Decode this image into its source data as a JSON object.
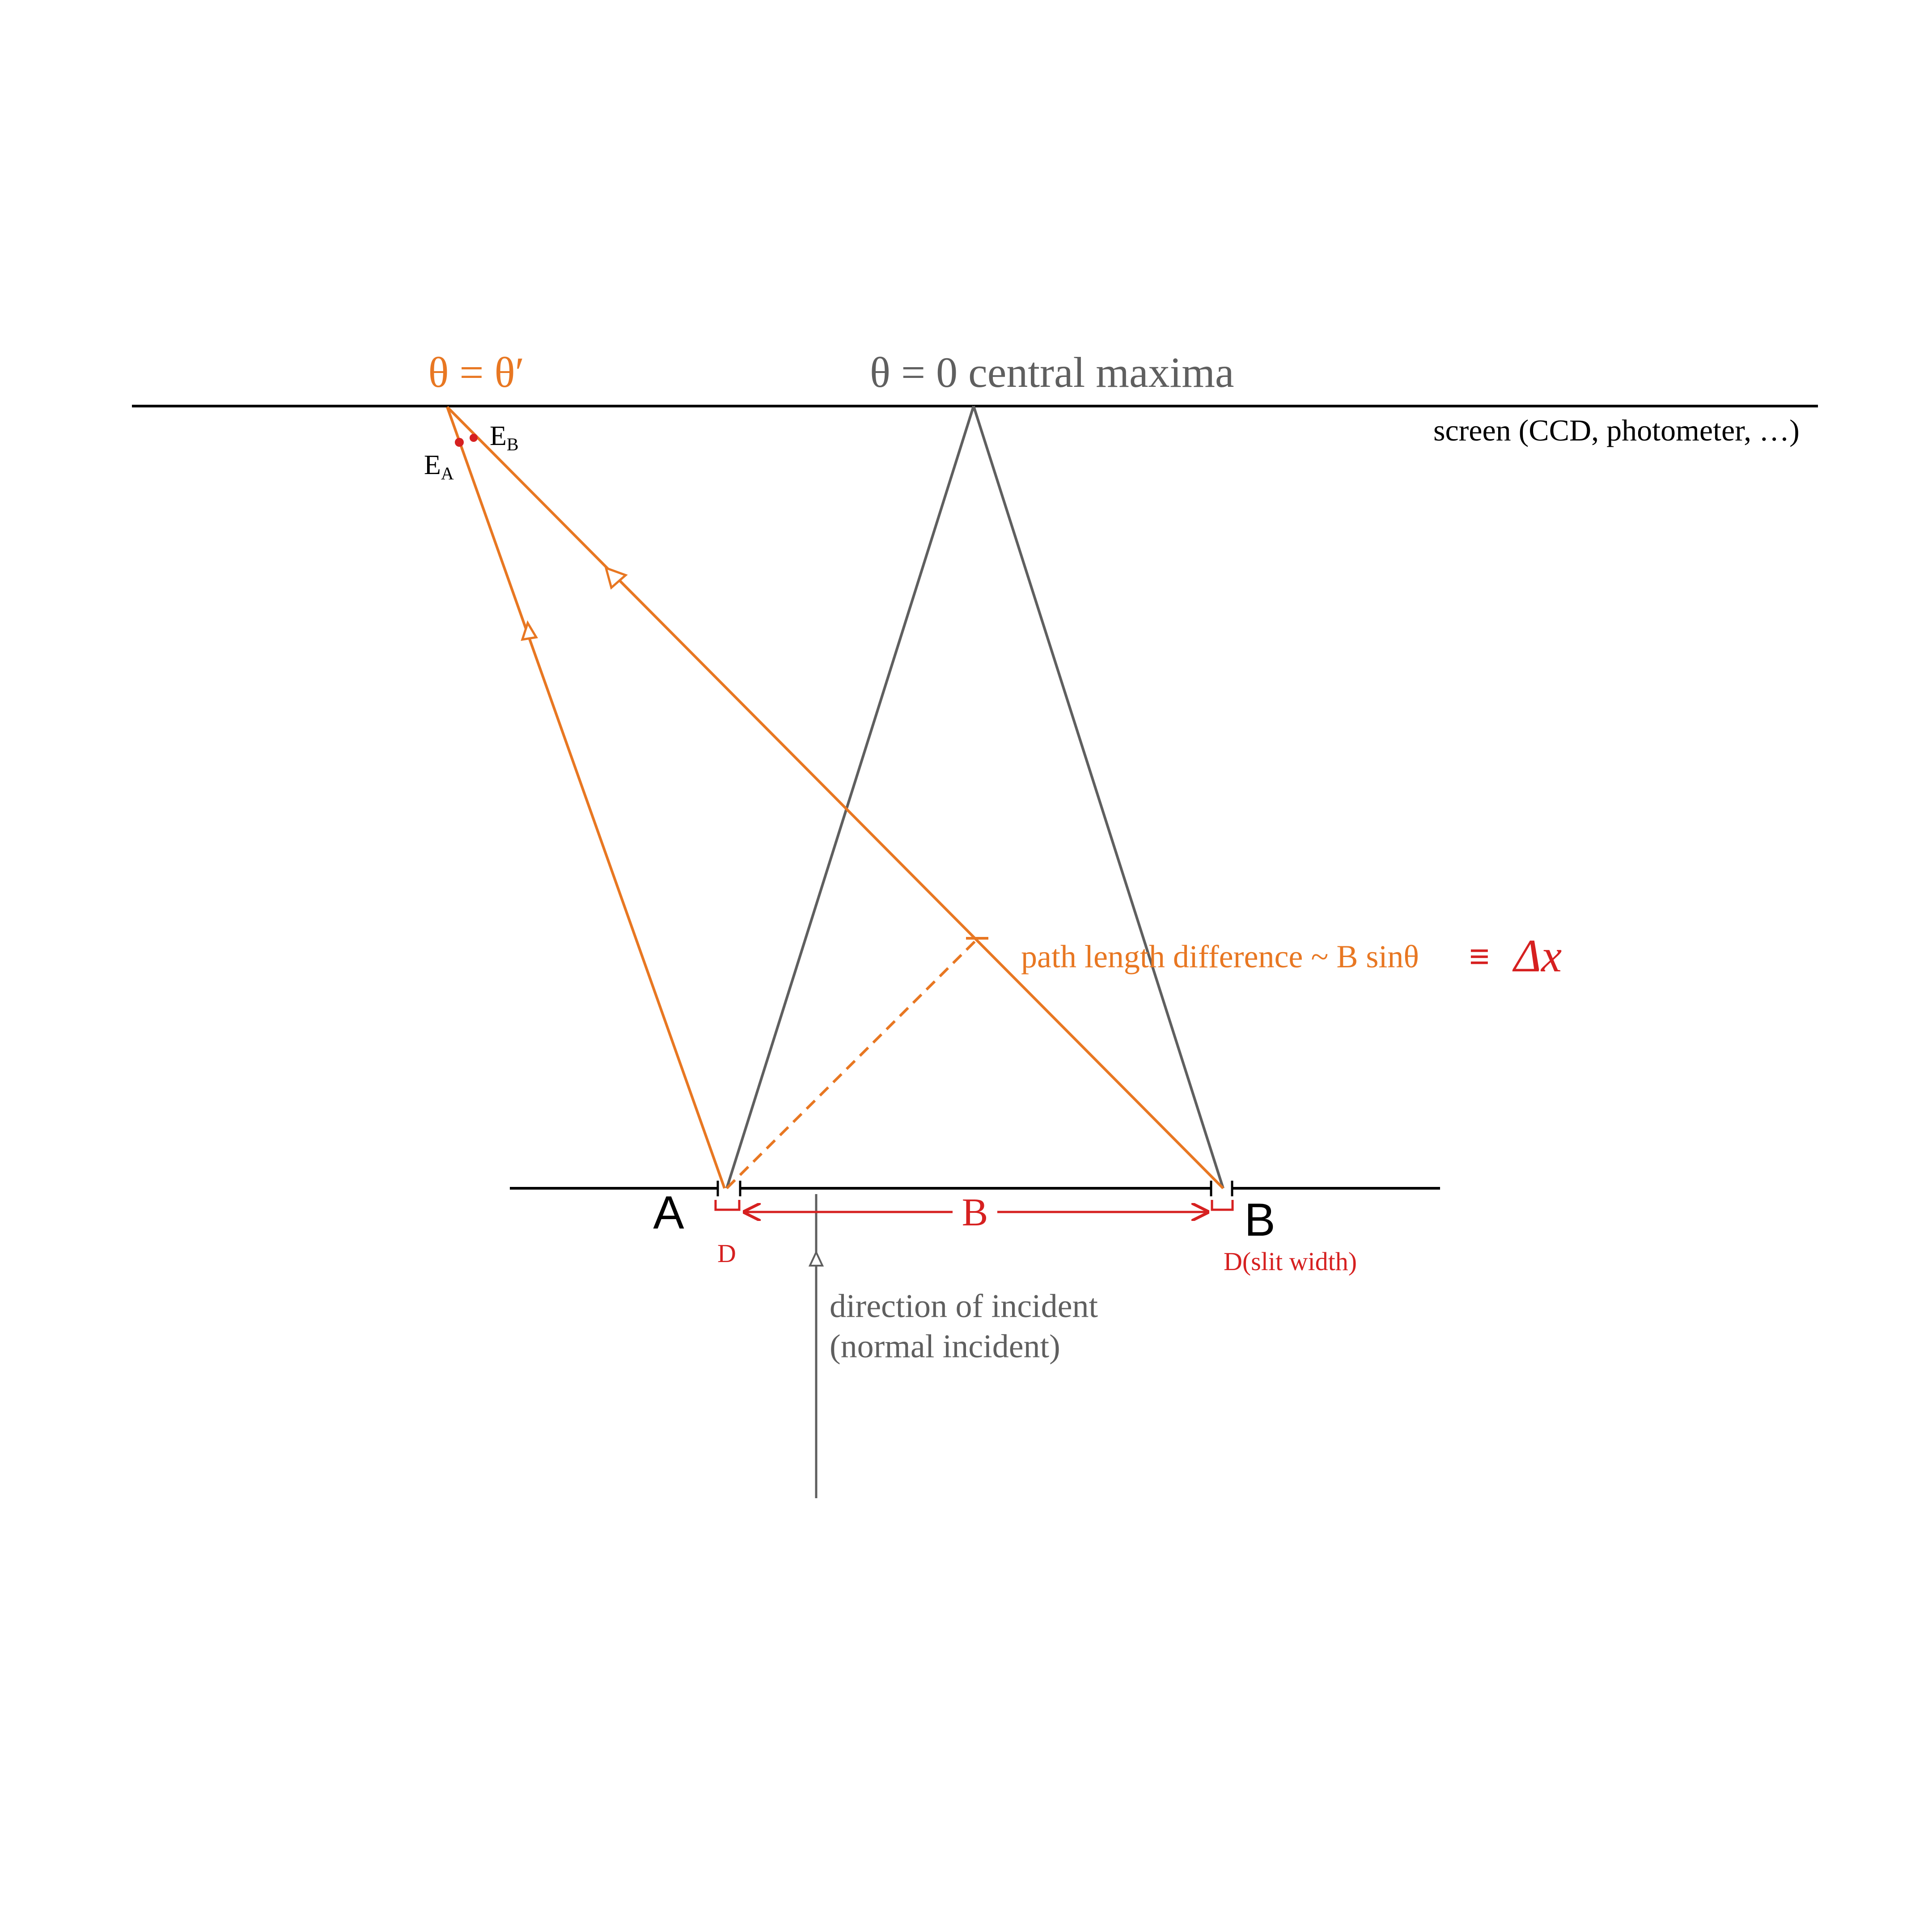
{
  "colors": {
    "orange": "#e87722",
    "gray": "#5f5f5f",
    "red": "#d62020",
    "black": "#000000"
  },
  "labels": {
    "theta_prime": "θ = θ′",
    "central_maxima": "θ = 0 central maxima",
    "screen": "screen (CCD, photometer, …)",
    "e_a": "E",
    "e_a_sub": "A",
    "e_b": "E",
    "e_b_sub": "B",
    "path_diff": "path length difference ~ B sinθ",
    "equiv": "≡",
    "delta_x": "Δx",
    "slit_a": "A",
    "slit_b": "B",
    "separation": "B",
    "width_a": "D",
    "width_b": "D(slit width)",
    "incident_line1": "direction of incident",
    "incident_line2": "(normal incident)"
  }
}
